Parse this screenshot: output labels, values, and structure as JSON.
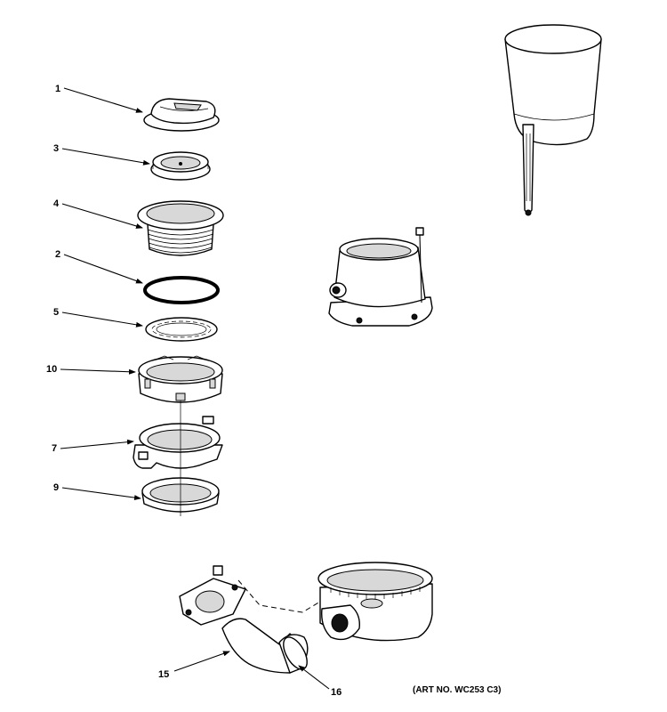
{
  "callouts": {
    "c1": "1",
    "c3": "3",
    "c4": "4",
    "c2": "2",
    "c5": "5",
    "c10": "10",
    "c7": "7",
    "c9": "9",
    "c15": "15",
    "c16": "16"
  },
  "art_number": "(ART NO. WC253 C3)"
}
